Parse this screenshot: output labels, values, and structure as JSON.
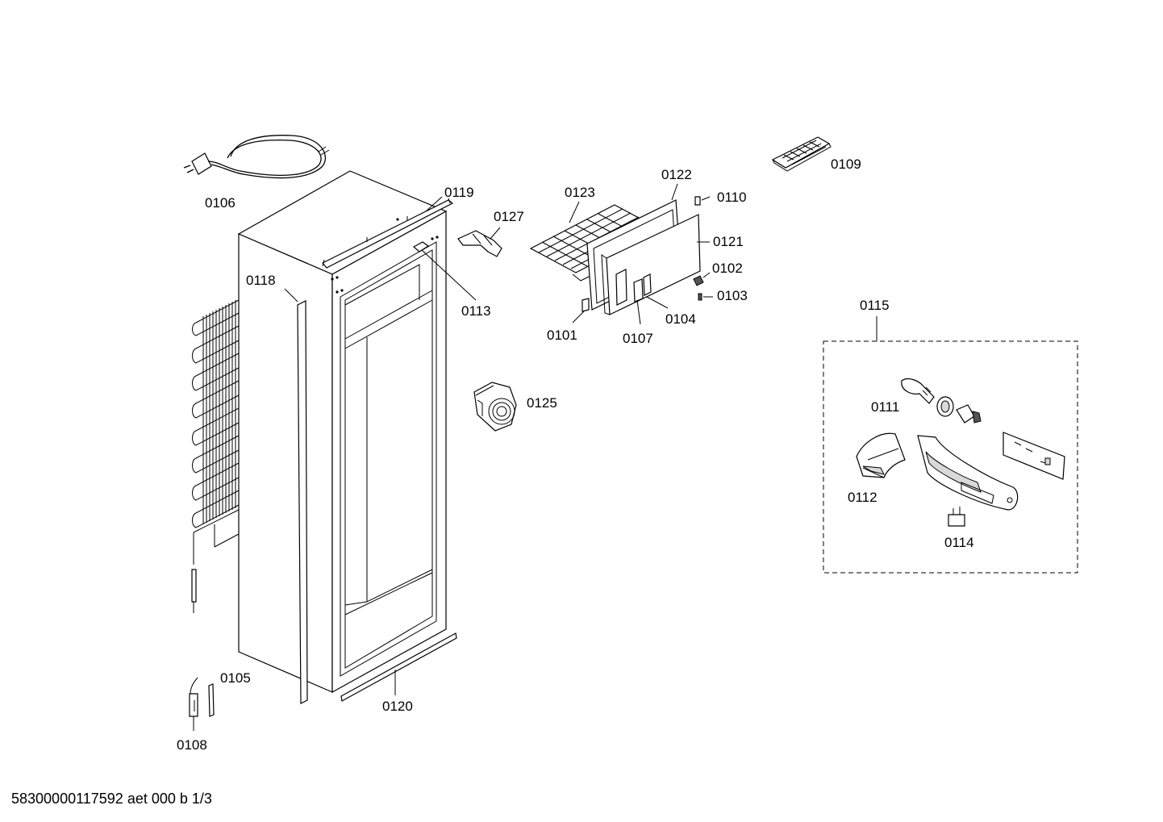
{
  "labels": {
    "p0101": "0101",
    "p0102": "0102",
    "p0103": "0103",
    "p0104": "0104",
    "p0105": "0105",
    "p0106": "0106",
    "p0107": "0107",
    "p0108": "0108",
    "p0109": "0109",
    "p0110": "0110",
    "p0111": "0111",
    "p0112": "0112",
    "p0113": "0113",
    "p0114": "0114",
    "p0115": "0115",
    "p0118": "0118",
    "p0119": "0119",
    "p0120": "0120",
    "p0121": "0121",
    "p0122": "0122",
    "p0123": "0123",
    "p0125": "0125",
    "p0127": "0127"
  },
  "footer": {
    "document_code": "58300000117592 aet 000 b 1/3"
  }
}
